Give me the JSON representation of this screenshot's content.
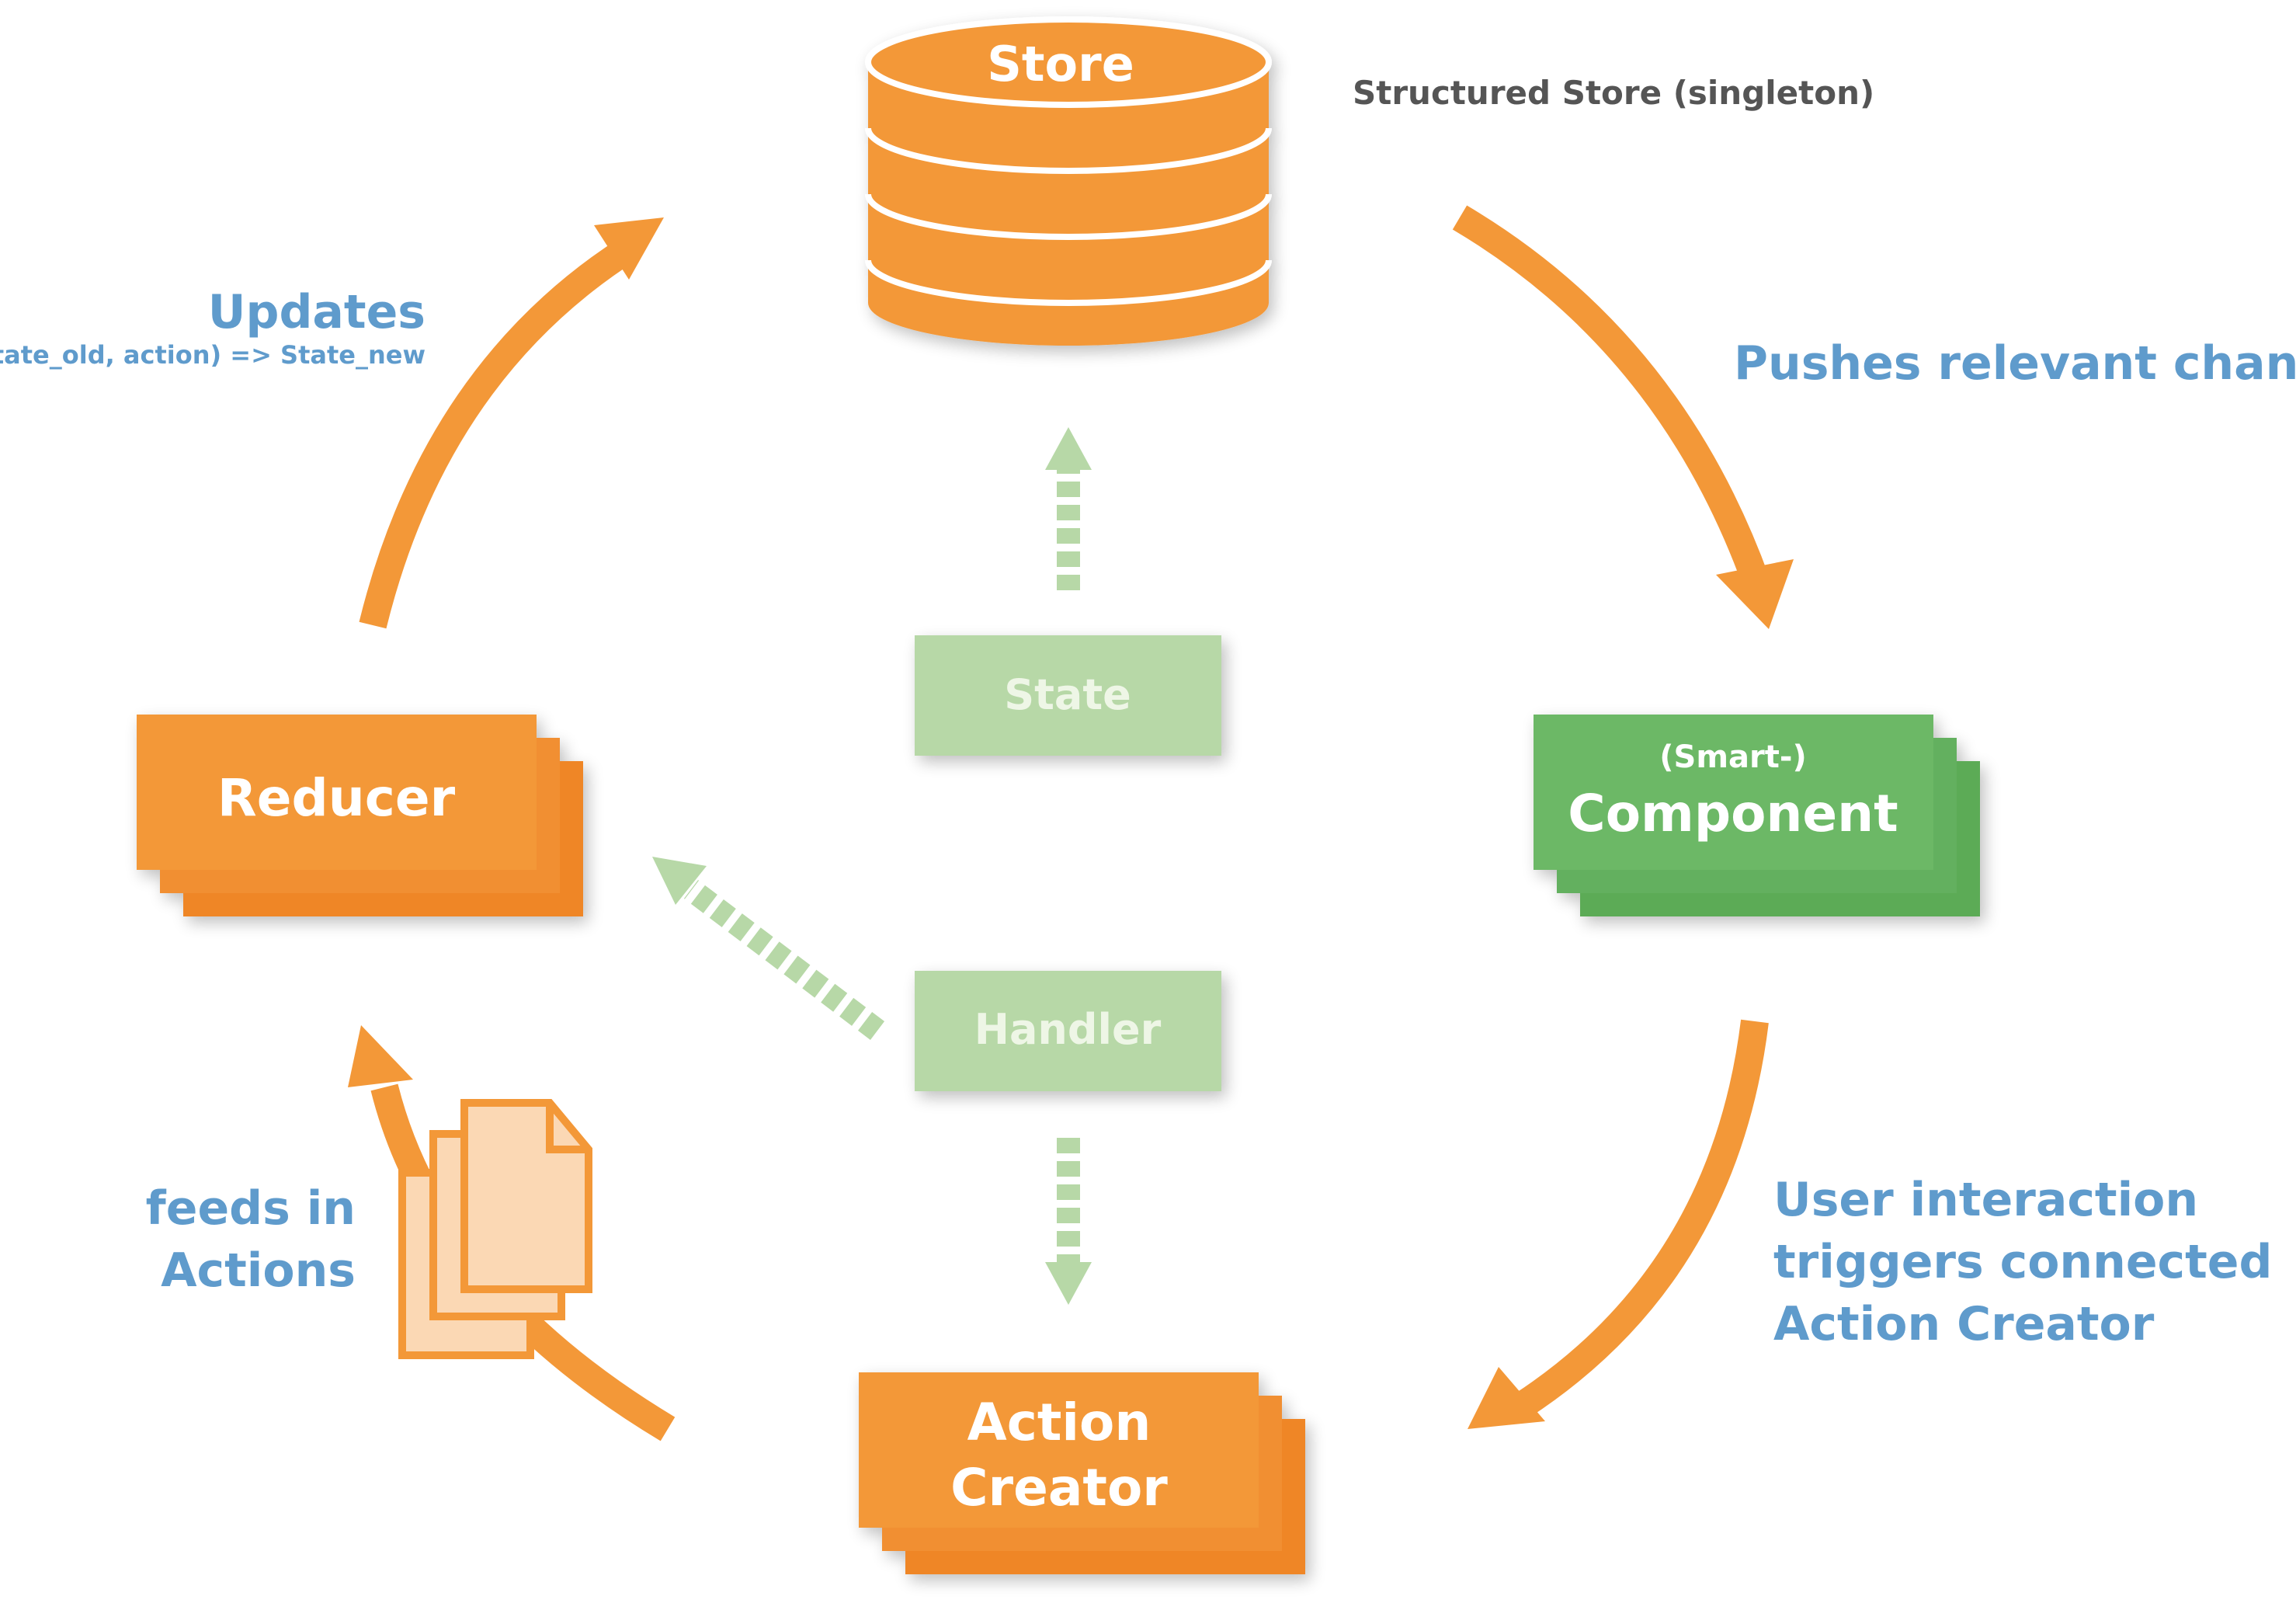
{
  "store": {
    "label": "Store",
    "caption": "Structured Store (singleton)"
  },
  "edges": {
    "pushes": "Pushes relevant changes",
    "updates_title": "Updates",
    "updates_formula": "f(State_old, action) => State_new",
    "feeds_line1": "feeds in",
    "feeds_line2": "Actions",
    "user_line1": "User interaction",
    "user_line2": "triggers connected",
    "user_line3": "Action Creator"
  },
  "nodes": {
    "component_sub": "(Smart-)",
    "component": "Component",
    "reducer": "Reducer",
    "action_creator_line1": "Action",
    "action_creator_line2": "Creator",
    "state": "State",
    "handler": "Handler"
  },
  "icons": {
    "store": "database-icon",
    "actions": "documents-icon"
  },
  "colors": {
    "orange": "#f39838",
    "orange_dark": "#ef8626",
    "orange_light": "#fbd8b4",
    "green": "#6cb866",
    "green_dark": "#5cab57",
    "green_light": "#b7d8a7",
    "blue_text": "#5f9bcc",
    "gray_text": "#555555"
  }
}
